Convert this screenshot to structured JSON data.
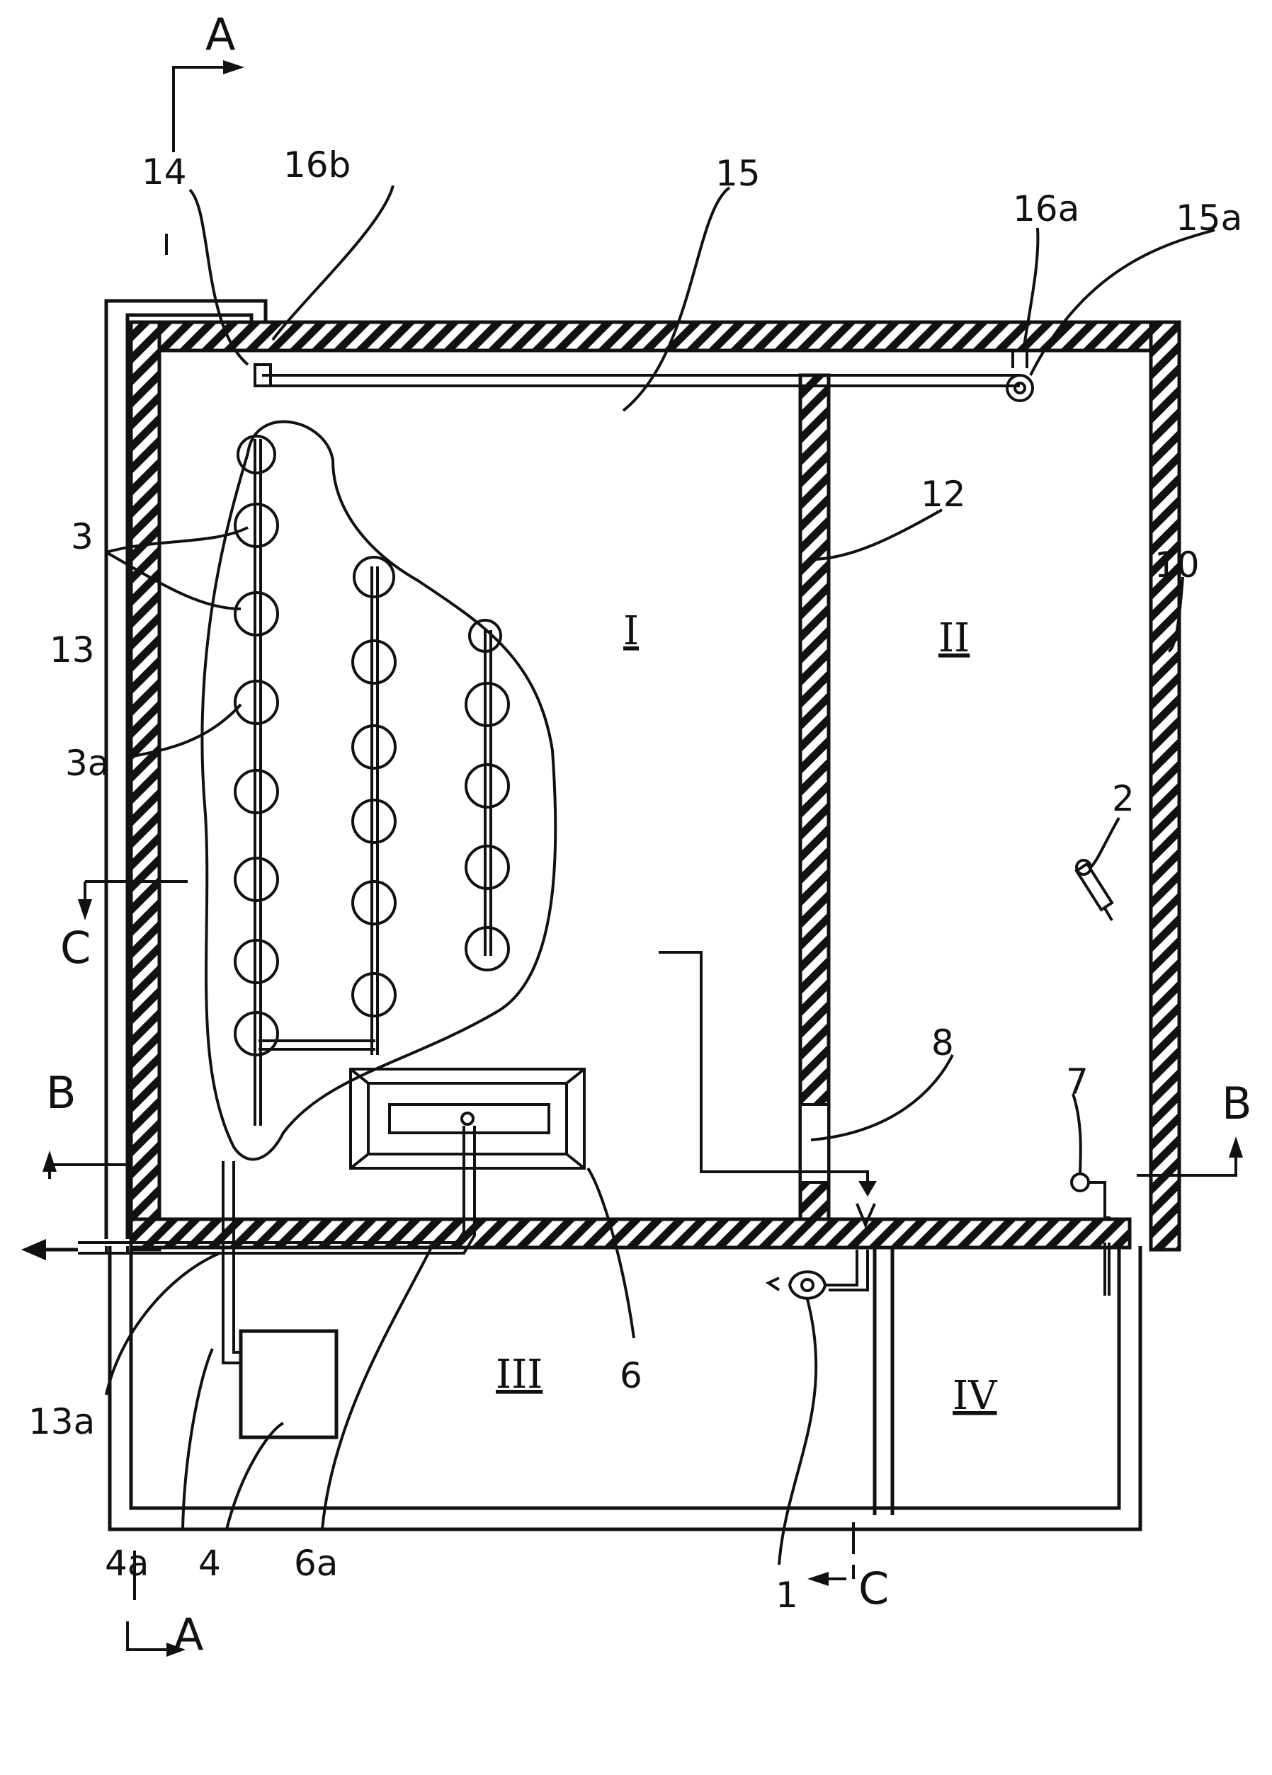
{
  "labels": {
    "l14": "14",
    "l16b": "16b",
    "l15": "15",
    "l16a": "16a",
    "l15a": "15a",
    "l3": "3",
    "l3a": "3a",
    "l13": "13",
    "l12": "12",
    "l10": "10",
    "l2": "2",
    "l8": "8",
    "l7": "7",
    "l6": "6",
    "l13a": "13a",
    "l4a": "4a",
    "l4": "4",
    "l6a": "6a",
    "l1": "1"
  },
  "rooms": {
    "r1": "I",
    "r2": "II",
    "r3": "III",
    "r4": "IV"
  },
  "sections": {
    "a_top": "A",
    "a_bottom": "A",
    "b_left": "B",
    "b_right": "B",
    "c_left": "C",
    "c_bottom": "C"
  }
}
